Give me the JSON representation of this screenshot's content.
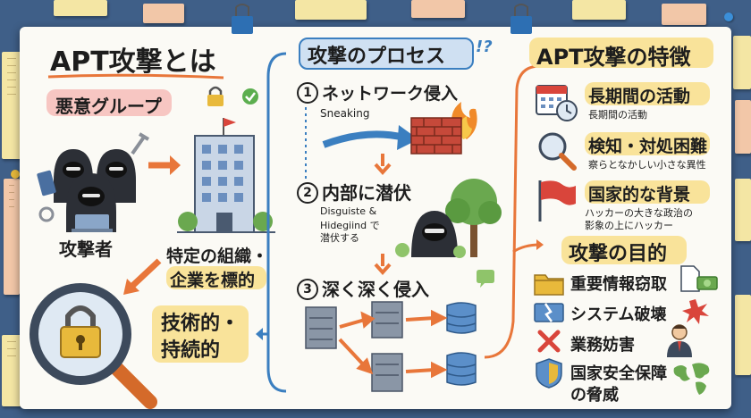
{
  "title": "APT攻撃とは",
  "left": {
    "group_label": "悪意グループ",
    "attacker_label": "攻撃者",
    "target_line1": "特定の組織・",
    "target_line2": "企業を標的",
    "tech_line1": "技術的・",
    "tech_line2": "持続的"
  },
  "process": {
    "title": "攻撃のプロセス",
    "mark": "!?",
    "steps": [
      {
        "num": "1",
        "title": "ネットワーク侵入",
        "sub": "Sneaking"
      },
      {
        "num": "2",
        "title": "内部に潜伏",
        "sub1": "Disguiste &",
        "sub2": "Hidegiind で",
        "sub3": "潜伏する"
      },
      {
        "num": "3",
        "title": "深く深く侵入"
      }
    ]
  },
  "features": {
    "title": "APT攻撃の特徴",
    "items": [
      {
        "title": "長期間の活動",
        "sub": "長期間の活動",
        "icon": "calendar-clock-icon"
      },
      {
        "title": "検知・対処困難",
        "sub": "察らとなかしい小さな異性",
        "icon": "magnifier-icon"
      },
      {
        "title": "国家的な背景",
        "sub1": "ハッカーの大きな政治の",
        "sub2": "影象の上にハッカー",
        "icon": "flag-icon"
      }
    ]
  },
  "purpose": {
    "title": "攻撃の目的",
    "items": [
      {
        "label": "重要情報窃取",
        "icon": "folder-icon"
      },
      {
        "label": "システム破壊",
        "icon": "broken-system-icon"
      },
      {
        "label": "業務妨害",
        "icon": "cross-icon"
      },
      {
        "label1": "国家安全保障",
        "label2": "の脅威",
        "icon": "shield-icon"
      }
    ]
  },
  "colors": {
    "board": "#fbfaf5",
    "background": "#3f5f88",
    "pink_highlight": "#f7c6c2",
    "yellow_highlight": "#f9e39a",
    "orange_arrow": "#e8763a",
    "blue_line": "#3b7fc0"
  }
}
